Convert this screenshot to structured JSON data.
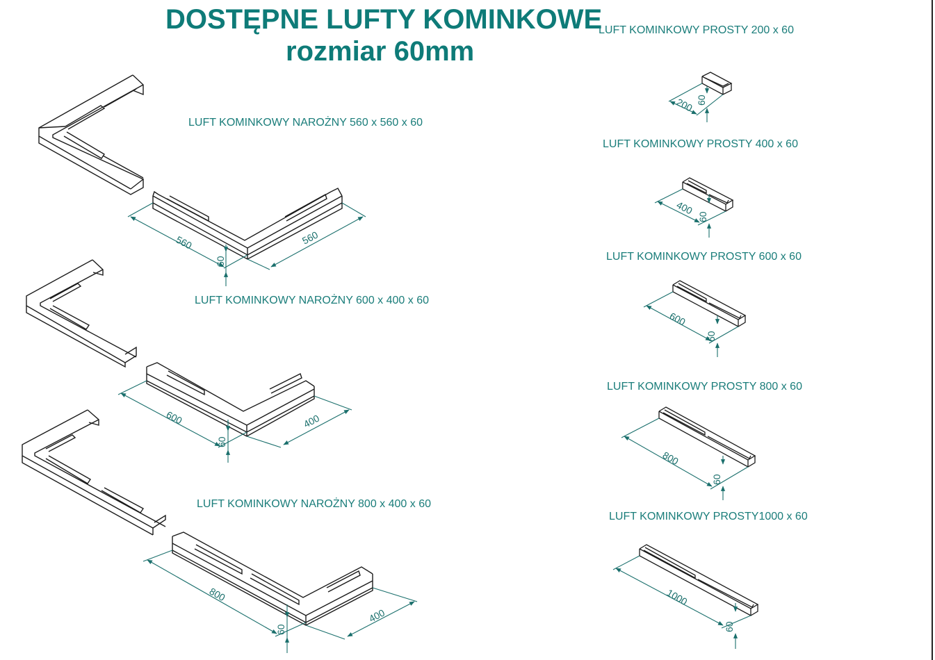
{
  "title": {
    "main": "DOSTĘPNE LUFTY KOMINKOWE",
    "sub": "rozmiar 60mm"
  },
  "corner_parts": [
    {
      "label": "LUFT KOMINKOWY NAROŻNY 560 x 560 x 60",
      "dim_a": "560",
      "dim_b": "560",
      "height": "60"
    },
    {
      "label": "LUFT KOMINKOWY NAROŻNY 600 x 400 x 60",
      "dim_a": "600",
      "dim_b": "400",
      "height": "60"
    },
    {
      "label": "LUFT KOMINKOWY NAROŻNY 800 x 400 x 60",
      "dim_a": "800",
      "dim_b": "400",
      "height": "60"
    }
  ],
  "straight_parts": [
    {
      "label": "LUFT KOMINKOWY PROSTY 200 x 60",
      "length": "200",
      "height": "60"
    },
    {
      "label": "LUFT KOMINKOWY PROSTY 400 x 60",
      "length": "400",
      "height": "60"
    },
    {
      "label": "LUFT KOMINKOWY PROSTY 600 x 60",
      "length": "600",
      "height": "60"
    },
    {
      "label": "LUFT KOMINKOWY PROSTY 800 x 60",
      "length": "800",
      "height": "60"
    },
    {
      "label": "LUFT KOMINKOWY PROSTY1000 x 60",
      "length": "1000",
      "height": "60"
    }
  ],
  "colors": {
    "title": "#0e7b78",
    "label": "#1a7d7a",
    "dimension": "#1a6f6c",
    "drawing": "#1b1b1b"
  }
}
